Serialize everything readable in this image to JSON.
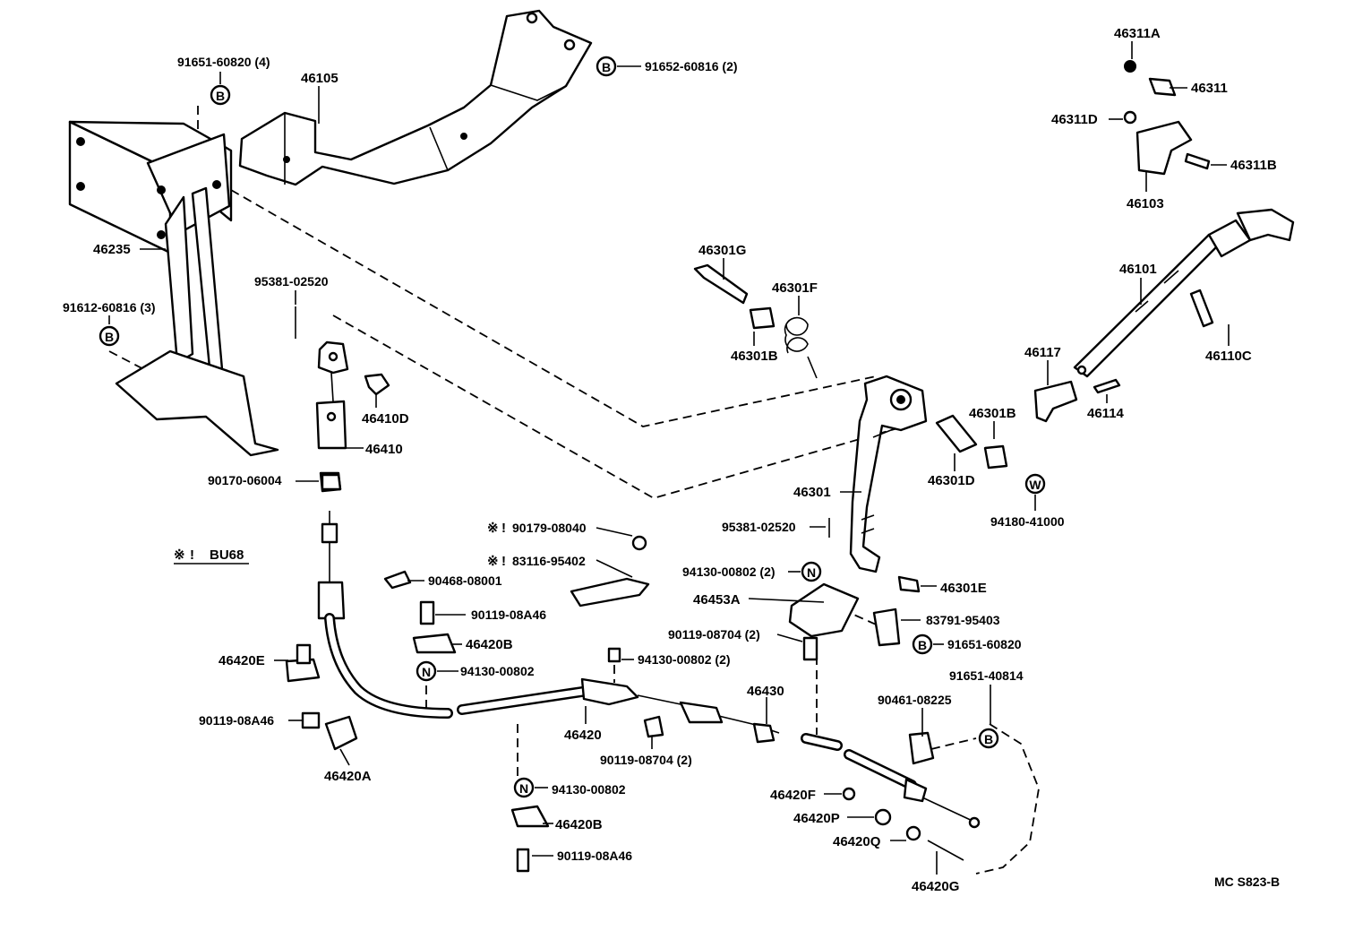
{
  "labels": {
    "l_91651_60820_4": "91651-60820 (4)",
    "l_46105": "46105",
    "l_91652_60816_2": "91652-60816 (2)",
    "l_46311A": "46311A",
    "l_46311": "46311",
    "l_46311D": "46311D",
    "l_46311B": "46311B",
    "l_46103": "46103",
    "l_46235": "46235",
    "l_46301G": "46301G",
    "l_46301F": "46301F",
    "l_46301B_a": "46301B",
    "l_46101": "46101",
    "l_46110C": "46110C",
    "l_95381_02520_a": "95381-02520",
    "l_91612_60816_3": "91612-60816 (3)",
    "l_46117": "46117",
    "l_46114": "46114",
    "l_46410D": "46410D",
    "l_46301B_b": "46301B",
    "l_46410": "46410",
    "l_46301D": "46301D",
    "l_90170_06004": "90170-06004",
    "l_46301": "46301",
    "l_94180_41000": "94180-41000",
    "l_95381_02520_b": "95381-02520",
    "l_90179_08040": "90179-08040",
    "l_bu68": "BU68",
    "l_83116_95402": "83116-95402",
    "l_90468_08001": "90468-08001",
    "l_94130_00802_2a": "94130-00802 (2)",
    "l_46301E": "46301E",
    "l_46453A": "46453A",
    "l_90119_08A46_a": "90119-08A46",
    "l_83791_95403": "83791-95403",
    "l_90119_08704_2a": "90119-08704 (2)",
    "l_46420B_a": "46420B",
    "l_91651_60820": "91651-60820",
    "l_46420E": "46420E",
    "l_94130_00802_a": "94130-00802",
    "l_94130_00802_2b": "94130-00802 (2)",
    "l_91651_40814": "91651-40814",
    "l_46430": "46430",
    "l_90461_08225": "90461-08225",
    "l_90119_08A46_b": "90119-08A46",
    "l_46420": "46420",
    "l_46420A": "46420A",
    "l_90119_08704_2b": "90119-08704 (2)",
    "l_94130_00802_b": "94130-00802",
    "l_46420F": "46420F",
    "l_46420B_b": "46420B",
    "l_46420P": "46420P",
    "l_46420Q": "46420Q",
    "l_90119_08A46_c": "90119-08A46",
    "l_46420G": "46420G",
    "l_mc": "MC S823-B"
  },
  "markers": {
    "asterisk": "※",
    "bang": "!",
    "B": "B",
    "N": "N",
    "W": "W"
  },
  "colors": {
    "ink": "#000000",
    "paper": "#ffffff"
  }
}
